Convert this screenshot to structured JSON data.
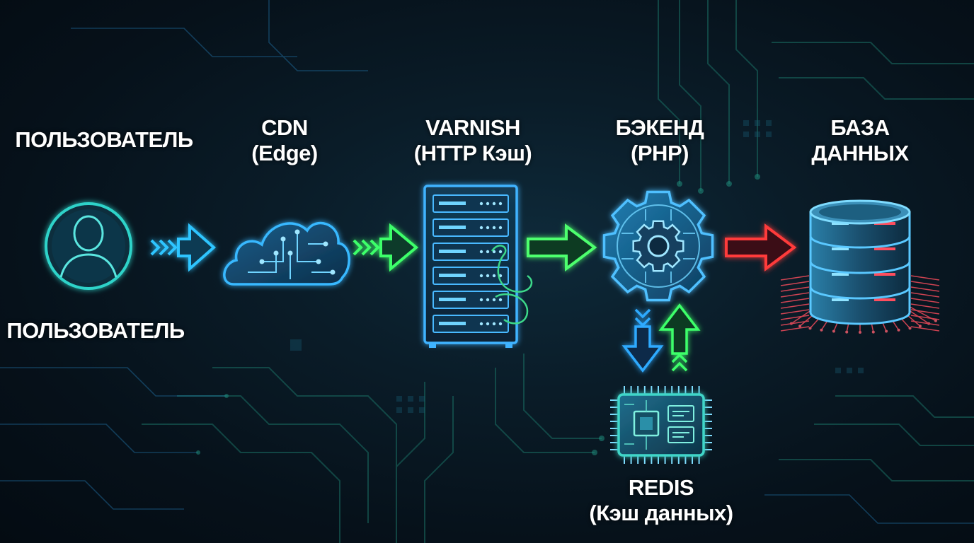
{
  "nodes": {
    "user": {
      "label_top": "ПОЛЬЗОВАТЕЛЬ",
      "label_bottom": "ПОЛЬЗОВАТЕЛЬ",
      "icon": "user-avatar-icon"
    },
    "cdn": {
      "label_line1": "CDN",
      "label_line2": "(Edge)",
      "icon": "circuit-cloud-icon"
    },
    "varnish": {
      "label_line1": "VARNISH",
      "label_line2": "(HTTP Кэш)",
      "icon": "server-rack-icon"
    },
    "backend": {
      "label_line1": "БЭКЕНД",
      "label_line2": "(PHP)",
      "icon": "gear-icon"
    },
    "database": {
      "label_line1": "БАЗА",
      "label_line2": "ДАННЫХ",
      "icon": "database-stack-icon"
    },
    "redis": {
      "label_line1": "REDIS",
      "label_line2": "(Кэш данных)",
      "icon": "chip-icon"
    }
  },
  "edges": [
    {
      "from": "user",
      "to": "cdn",
      "color": "#2ec5ff",
      "style": "chevron-arrow"
    },
    {
      "from": "cdn",
      "to": "varnish",
      "color": "#3dff6a",
      "style": "chevron-arrow"
    },
    {
      "from": "varnish",
      "to": "backend",
      "color": "#4dff6e",
      "style": "arrow"
    },
    {
      "from": "backend",
      "to": "database",
      "color": "#ff3b3b",
      "style": "arrow"
    },
    {
      "from": "backend",
      "to": "redis",
      "color": "#2eaaff",
      "style": "down-arrow"
    },
    {
      "from": "redis",
      "to": "backend",
      "color": "#3dff6a",
      "style": "up-arrow"
    }
  ],
  "colors": {
    "background": "#07121c",
    "cyan": "#2ec5ff",
    "green": "#3dff6a",
    "red": "#ff3b3b",
    "teal": "#1fd1b0"
  }
}
